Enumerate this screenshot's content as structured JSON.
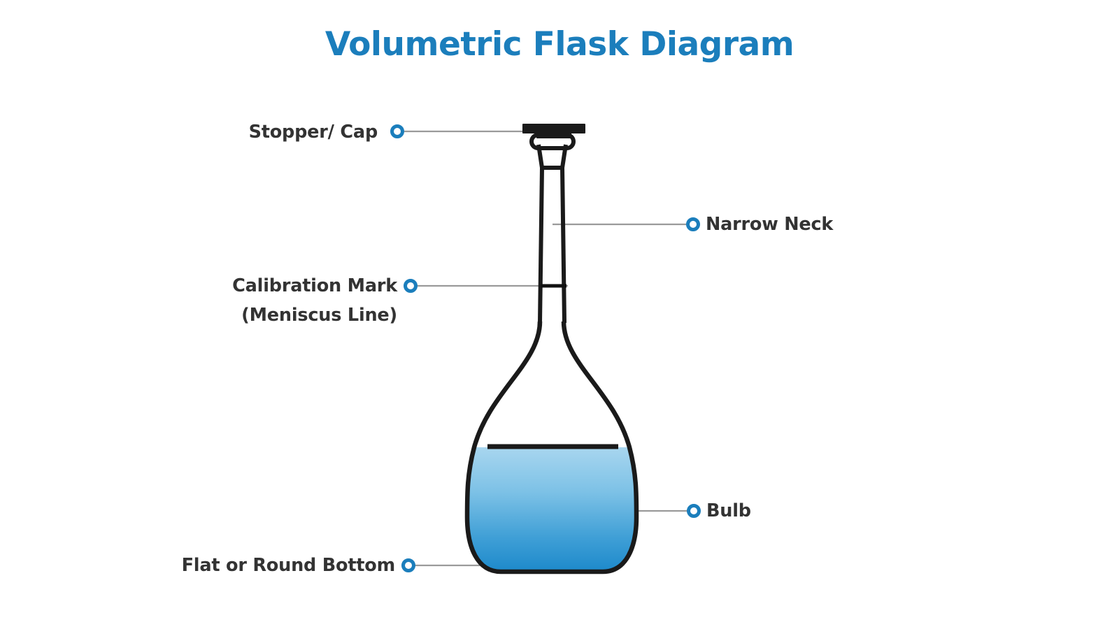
{
  "page": {
    "title": "Volumetric Flask Diagram",
    "background_color": "#ffffff",
    "title_color": "#1b7ebc",
    "label_color": "#333333",
    "leader_line_color": "#9a9a9a",
    "marker_color": "#1b7ebc",
    "glass_outline_color": "#1a1a1a",
    "stopper_color": "#1a1a1a",
    "liquid_top_color": "#a5d4ee",
    "liquid_bottom_color": "#1886c9"
  },
  "diagram": {
    "subject": "volumetric-flask",
    "labels": [
      {
        "id": "stopper-cap",
        "text": "Stopper/ Cap",
        "text_line2": "",
        "side": "left",
        "marker": "circle-outline",
        "points_to": "stopper"
      },
      {
        "id": "narrow-neck",
        "text": "Narrow Neck",
        "text_line2": "",
        "side": "right",
        "marker": "circle-outline",
        "points_to": "neck"
      },
      {
        "id": "calibration-mark",
        "text": "Calibration Mark",
        "text_line2": "(Meniscus Line)",
        "side": "left",
        "marker": "circle-outline",
        "points_to": "calibration-line"
      },
      {
        "id": "bulb",
        "text": "Bulb",
        "text_line2": "",
        "side": "right",
        "marker": "circle-outline",
        "points_to": "bulb-body"
      },
      {
        "id": "flat-or-round-bottom",
        "text": "Flat or Round Bottom",
        "text_line2": "",
        "side": "left",
        "marker": "circle-outline",
        "points_to": "flask-bottom"
      }
    ]
  }
}
